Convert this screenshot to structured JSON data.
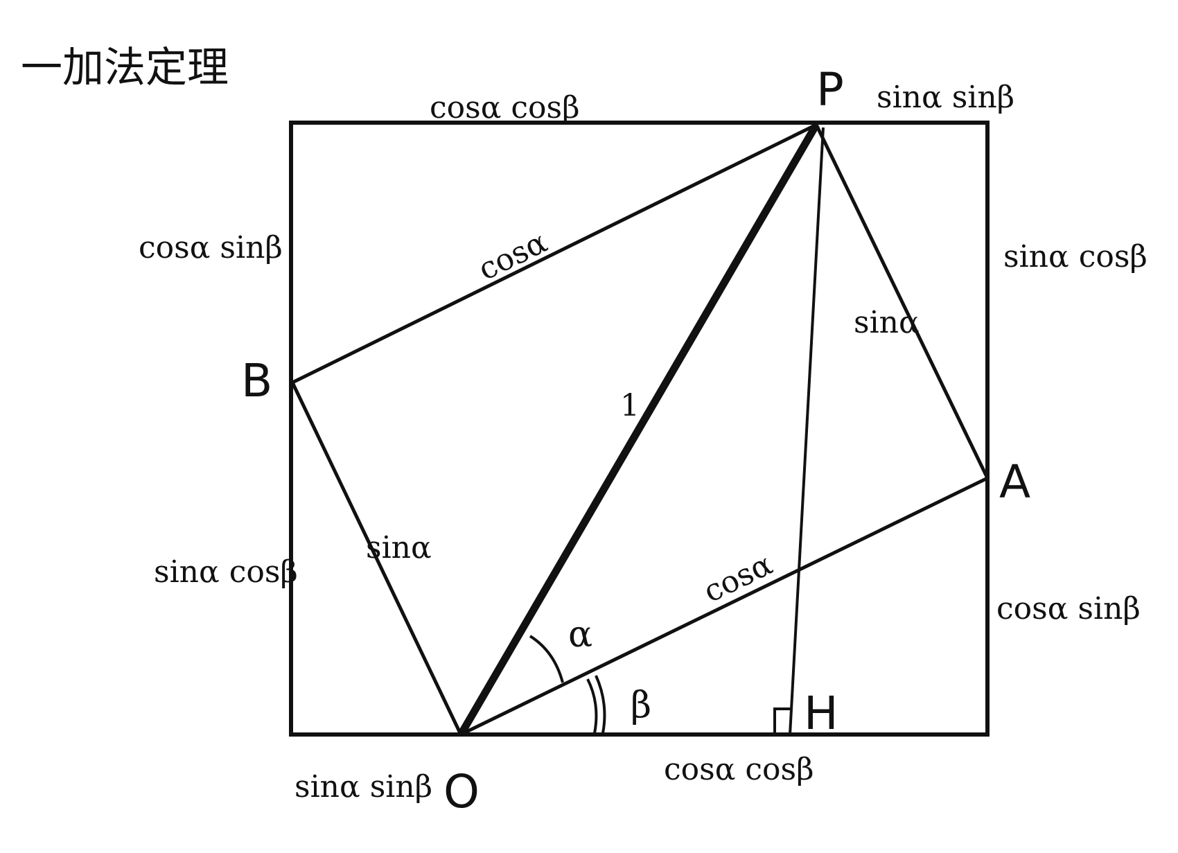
{
  "title": "一加法定理",
  "points": {
    "P": "P",
    "A": "A",
    "B": "B",
    "O": "O",
    "H": "H"
  },
  "angles": {
    "alpha": "α",
    "beta": "β"
  },
  "labels": {
    "top_left": "cosα cosβ",
    "top_right": "sinα sinβ",
    "left_upper": "cosα sinβ",
    "left_lower": "sinα cosβ",
    "right_upper": "sinα cosβ",
    "right_lower": "cosα sinβ",
    "bottom_left": "sinα sinβ",
    "bottom_right": "cosα cosβ",
    "pb": "cosα",
    "pa": "sinα",
    "bo": "sinα",
    "oa": "cosα",
    "op": "1"
  },
  "colors": {
    "ink": "#111111",
    "background": "#ffffff"
  }
}
